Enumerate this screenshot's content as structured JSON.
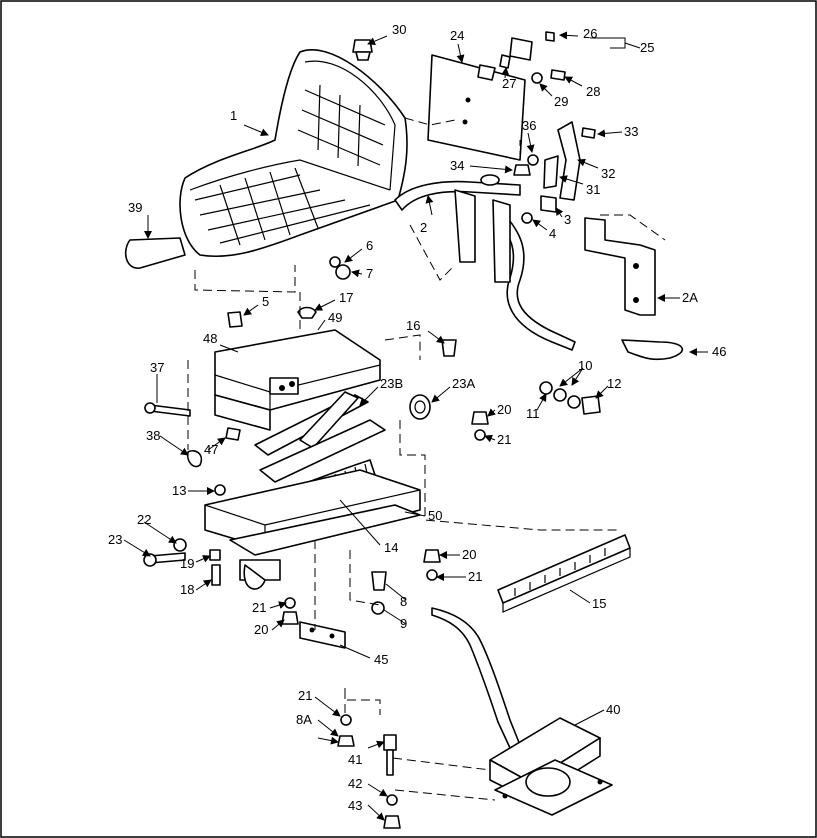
{
  "diagram": {
    "callouts": [
      "30",
      "24",
      "26",
      "25",
      "27",
      "28",
      "29",
      "1",
      "36",
      "33",
      "34",
      "32",
      "31",
      "3",
      "4",
      "2",
      "2A",
      "39",
      "6",
      "7",
      "5",
      "17",
      "49",
      "16",
      "48",
      "46",
      "10",
      "12",
      "11",
      "37",
      "23B",
      "23A",
      "20",
      "21",
      "38",
      "47",
      "13",
      "50",
      "22",
      "23",
      "14",
      "19",
      "18",
      "20",
      "21",
      "8",
      "21",
      "20",
      "9",
      "15",
      "45",
      "40",
      "21",
      "8A",
      "41",
      "42",
      "43"
    ]
  }
}
